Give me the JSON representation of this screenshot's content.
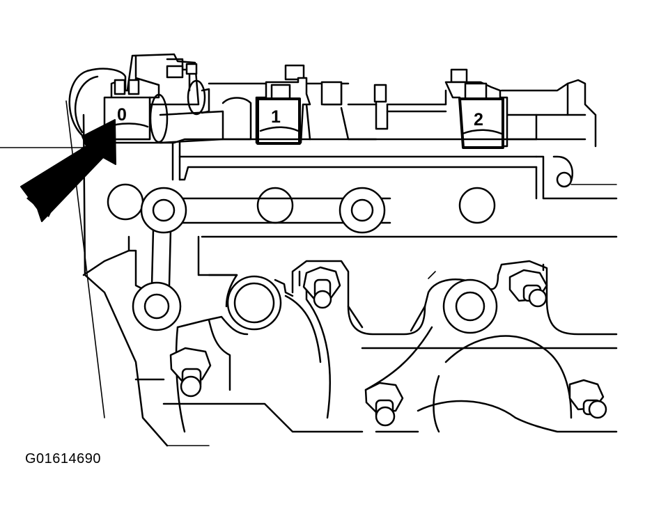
{
  "diagram": {
    "figure_id": "G01614690",
    "bearing_caps": [
      {
        "label": "0"
      },
      {
        "label": "1"
      },
      {
        "label": "2"
      }
    ]
  }
}
